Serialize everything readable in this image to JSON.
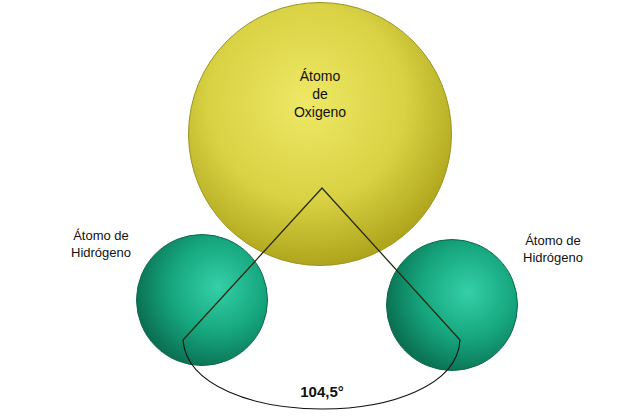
{
  "diagram": {
    "nodes": [
      {
        "text": [
          "Átomo de Oxigeno"
        ]
      },
      {
        "text": [
          "Átomo de Hidrógeno"
        ]
      },
      {
        "text": [
          "Átomo de Hidrógeno"
        ]
      }
    ],
    "labels": [
      "104,5°"
    ]
  }
}
